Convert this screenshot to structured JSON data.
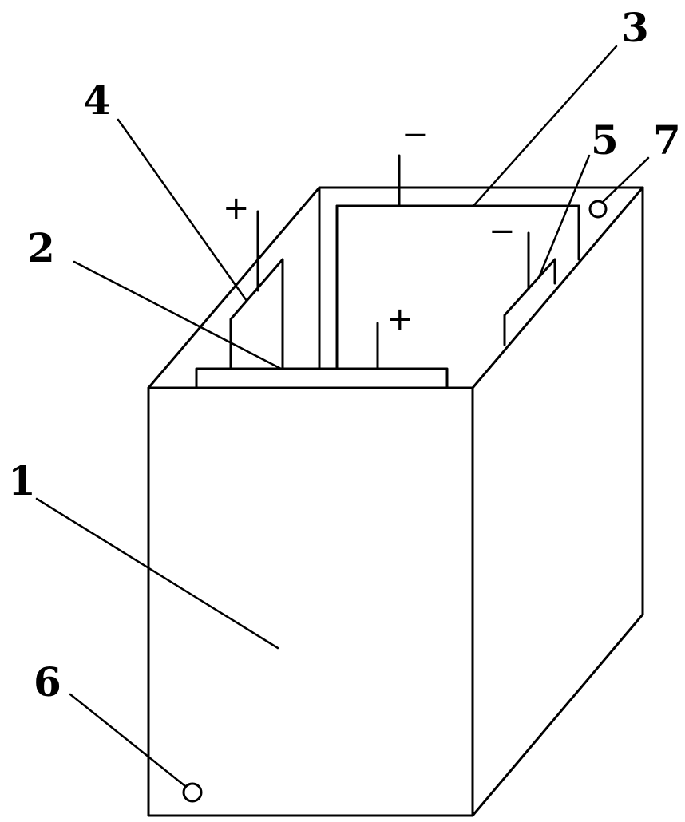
{
  "colors": {
    "line": "#000000",
    "background": "#ffffff"
  },
  "parts": [
    {
      "id": "1",
      "label": "1"
    },
    {
      "id": "2",
      "label": "2"
    },
    {
      "id": "3",
      "label": "3"
    },
    {
      "id": "4",
      "label": "4"
    },
    {
      "id": "5",
      "label": "5"
    },
    {
      "id": "6",
      "label": "6"
    },
    {
      "id": "7",
      "label": "7"
    }
  ],
  "terminal_signs": {
    "plus_left": "+",
    "minus_top": "−",
    "plus_center": "+",
    "minus_right": "−"
  }
}
